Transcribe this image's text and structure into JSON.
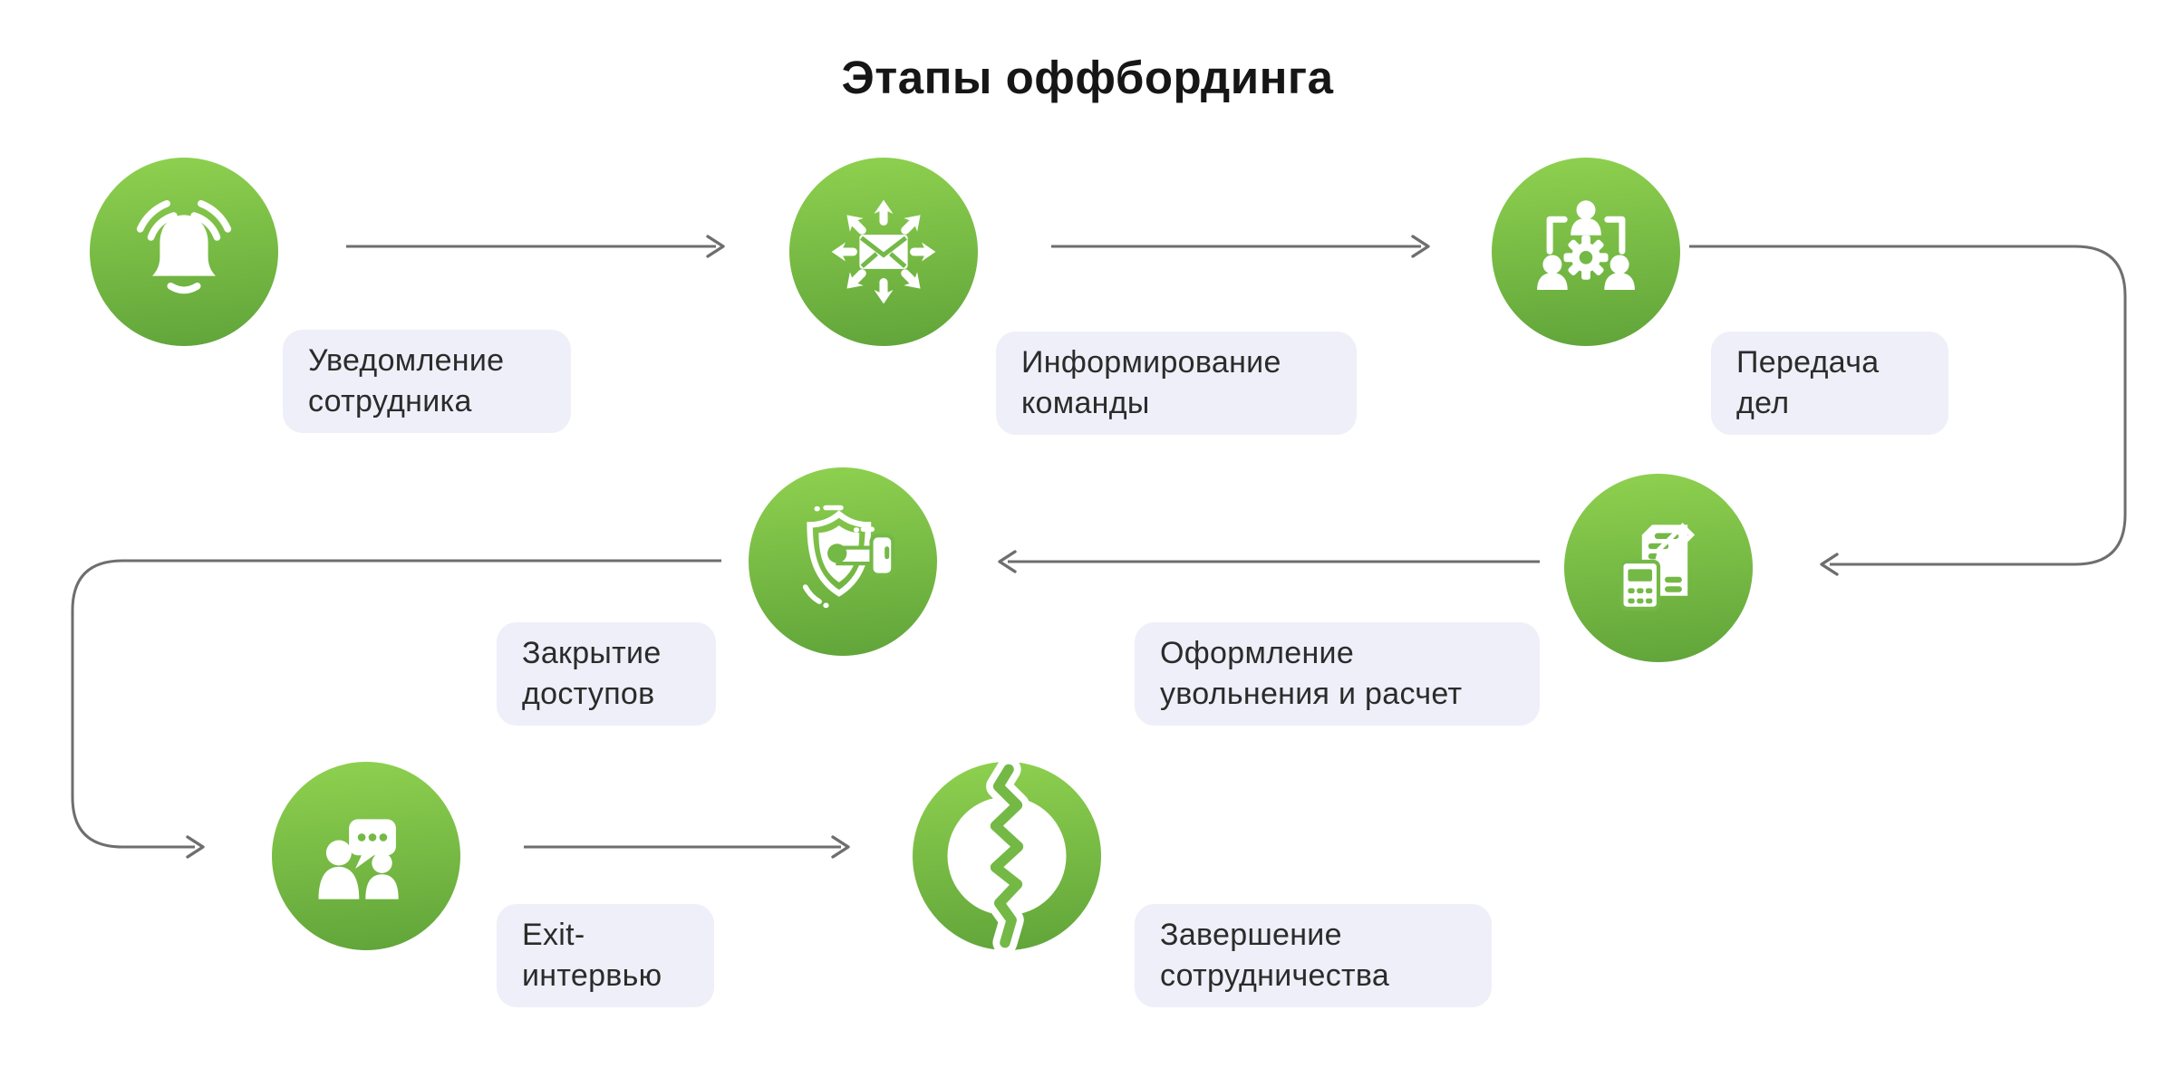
{
  "title": "Этапы оффбординга",
  "colors": {
    "background": "#ffffff",
    "circle_gradient_top": "#8fd14f",
    "circle_gradient_bottom": "#60a43a",
    "icon_glyph": "#ffffff",
    "icon_cutout_green": "#74b946",
    "label_bg": "#eeeff8",
    "label_text": "#2b2b2b",
    "arrow": "#6e6e6e",
    "title_text": "#161616"
  },
  "steps": [
    {
      "id": 1,
      "icon": "bell-icon",
      "label": "Уведомление\nсотрудника"
    },
    {
      "id": 2,
      "icon": "broadcast-envelope-icon",
      "label": "Информирование\nкоманды"
    },
    {
      "id": 3,
      "icon": "team-handover-icon",
      "label": "Передача\nдел"
    },
    {
      "id": 4,
      "icon": "paperwork-calculator-icon",
      "label": "Оформление\nувольнения и расчет"
    },
    {
      "id": 5,
      "icon": "shield-key-icon",
      "label": "Закрытие\nдоступов"
    },
    {
      "id": 6,
      "icon": "exit-interview-chat-icon",
      "label": "Exit-\nинтервью"
    },
    {
      "id": 7,
      "icon": "broken-circle-icon",
      "label": "Завершение\nсотрудничества"
    }
  ],
  "arrows": [
    {
      "from": 1,
      "to": 2
    },
    {
      "from": 2,
      "to": 3
    },
    {
      "from": 3,
      "to": 4
    },
    {
      "from": 4,
      "to": 5
    },
    {
      "from": 5,
      "to": 6
    },
    {
      "from": 6,
      "to": 7
    }
  ]
}
